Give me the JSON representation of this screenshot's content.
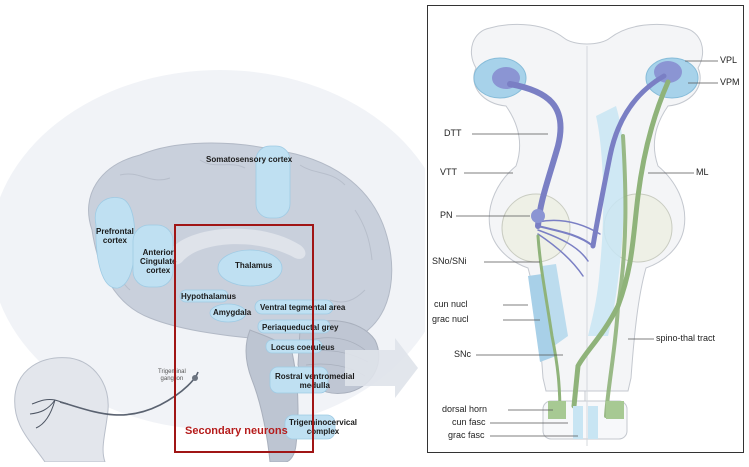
{
  "brain_labels": {
    "somatosensory": "Somatosensory cortex",
    "prefrontal": "Prefrontal\ncortex",
    "anterior_cingulate": "Anterior\nCingulate\ncortex",
    "thalamus": "Thalamus",
    "hypothalamus": "Hypothalamus",
    "amygdala": "Amygdala",
    "vta": "Ventral tegmental area",
    "pag": "Periaqueductal grey",
    "locus": "Locus coeruleus",
    "rvm": "Rostral ventromedial\nmedulla",
    "trigeminocervical": "Trigeminocervical\ncomplex",
    "trigeminal_ganglion": "Trigeminal\nganglion"
  },
  "secondary_box_label": "Secondary neurons",
  "right_labels": {
    "vpl": "VPL",
    "vpm": "VPM",
    "dtt": "DTT",
    "vtt": "VTT",
    "ml": "ML",
    "pn": "PN",
    "sno_sni": "SNo/SNi",
    "cun_nucl": "cun nucl",
    "grac_nucl": "grac nucl",
    "spino_thal": "spino-thal tract",
    "snc": "SNc",
    "dorsal_horn": "dorsal horn",
    "cun_fasc": "cun fasc",
    "grac_fasc": "grac fasc"
  },
  "colors": {
    "brain_fill": "#c9d0dc",
    "region_blue": "#bfe0f2",
    "tract_purple": "#7a7fc4",
    "tract_green": "#8fb37a",
    "box_red": "#a01515"
  }
}
